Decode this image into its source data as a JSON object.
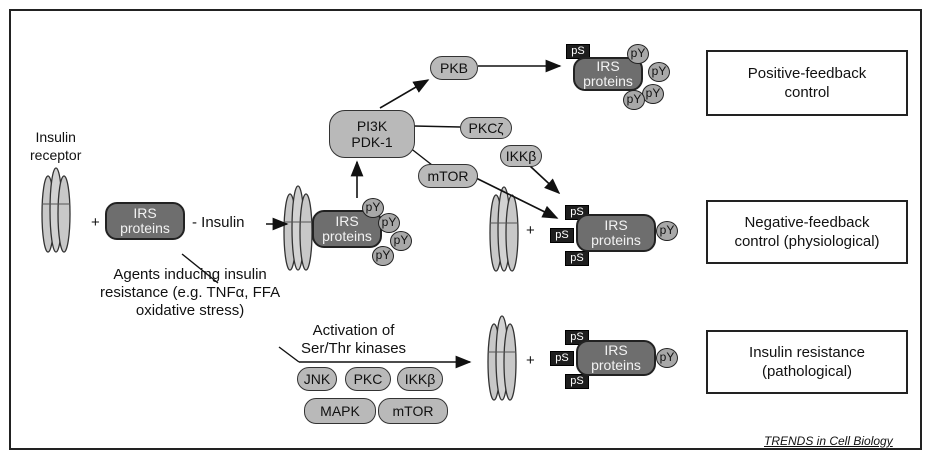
{
  "labels": {
    "insulin_receptor": "Insulin\nreceptor",
    "plus": "+",
    "insulin_arrow": "- Insulin",
    "agents": "Agents inducing insulin\nresistance (e.g. TNFα, FFA\noxidative stress)",
    "activation": "Activation of\nSer/Thr kinases",
    "credit": "TRENDS in Cell Biology"
  },
  "molecules": {
    "irs": "IRS\nproteins",
    "pi3k_pdk1": "PI3K\nPDK-1",
    "pkb": "PKB",
    "pkc_zeta": "PKCζ",
    "ikk_beta": "IKKβ",
    "mtor": "mTOR",
    "py": "pY",
    "ps": "pS"
  },
  "kinases": [
    "JNK",
    "PKC",
    "IKKβ",
    "MAPK",
    "mTOR"
  ],
  "outcomes": {
    "positive": "Positive-feedback\ncontrol",
    "negative": "Negative-feedback\ncontrol (physiological)",
    "resistance": "Insulin resistance\n(pathological)"
  }
}
